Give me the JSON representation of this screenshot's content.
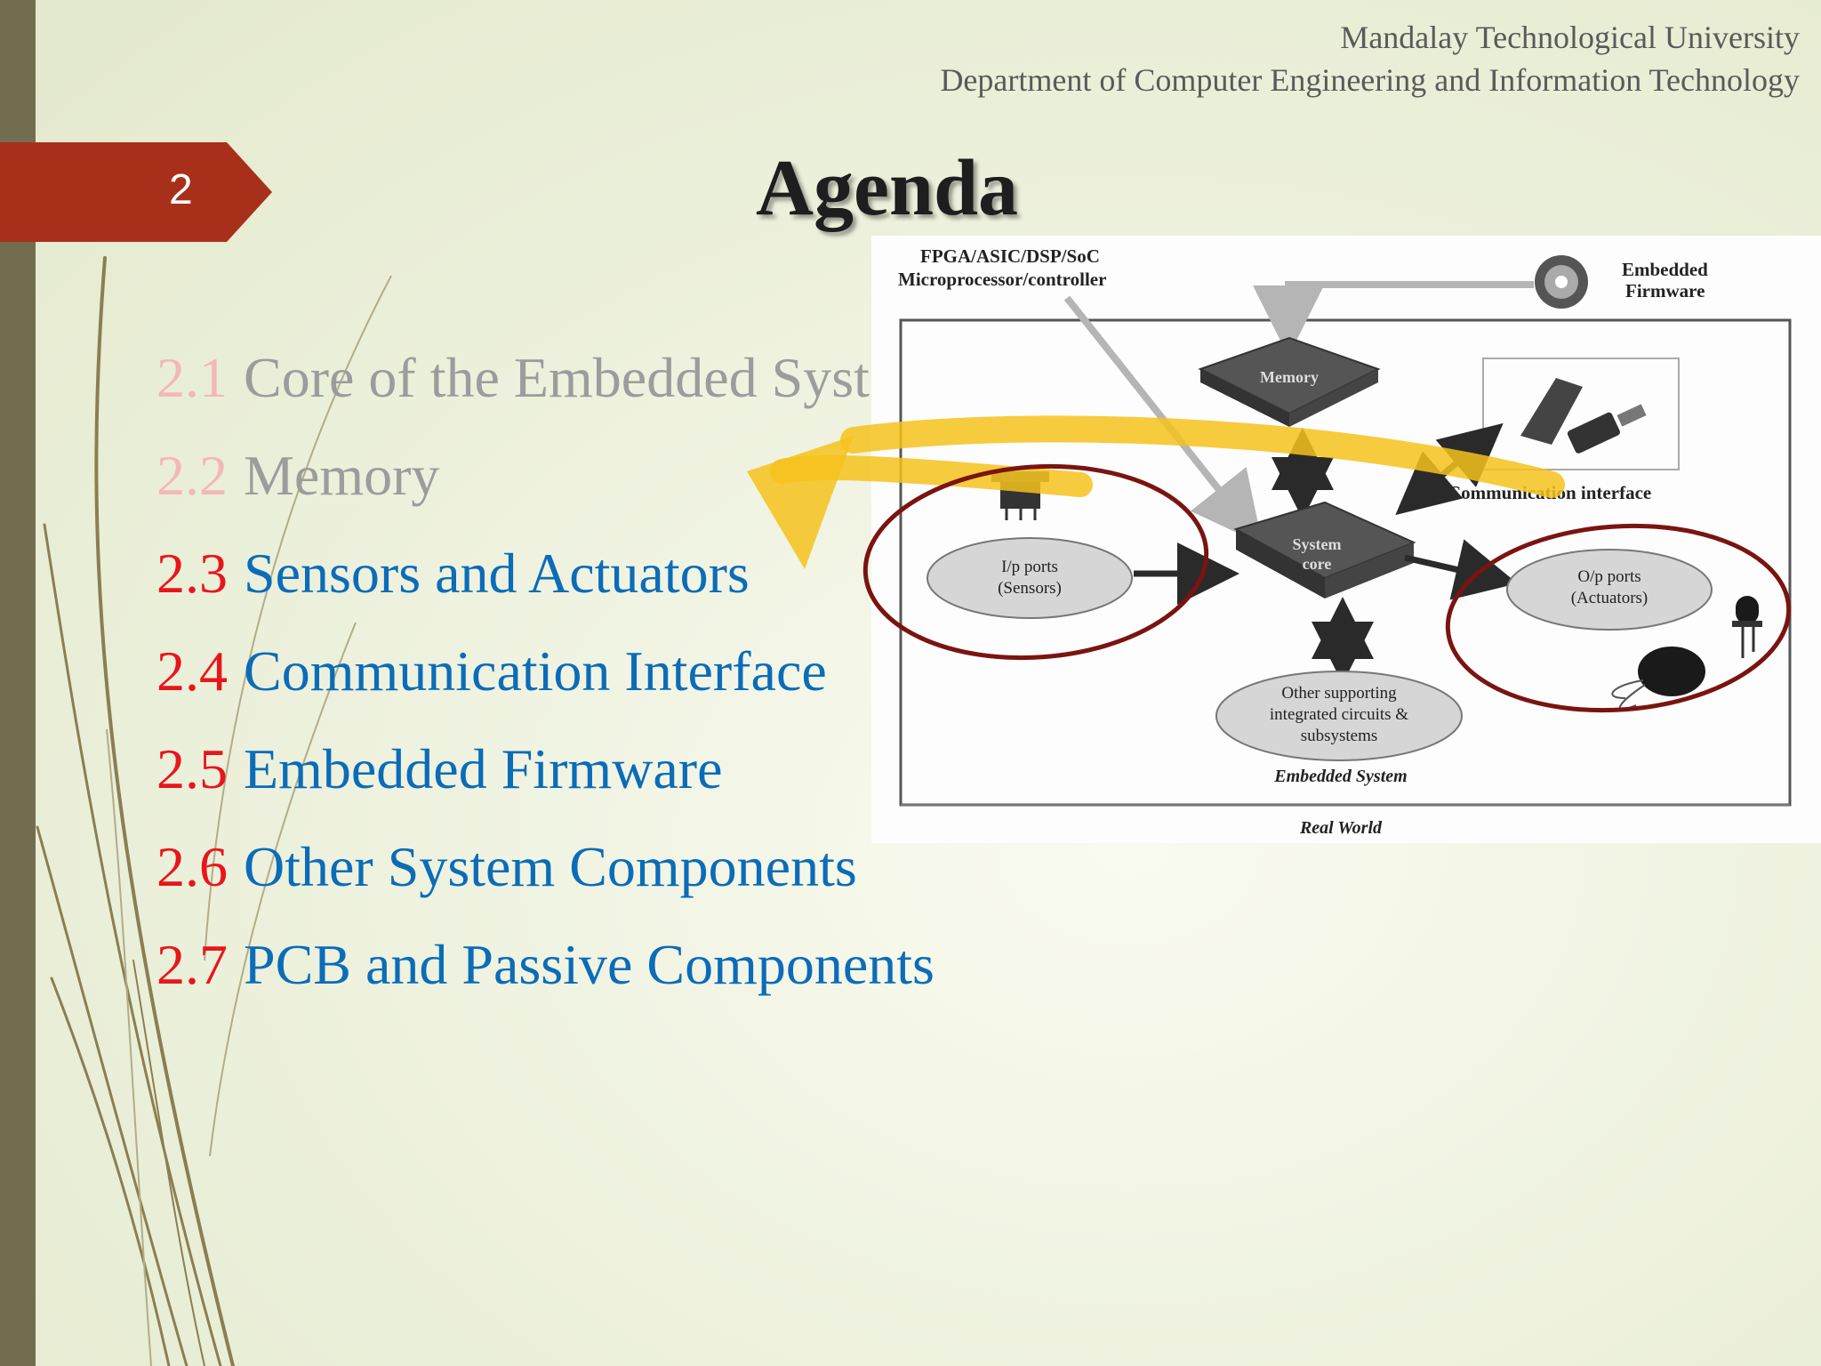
{
  "header": {
    "university": "Mandalay Technological University",
    "department": "Department of Computer Engineering and Information Technology"
  },
  "slide_number": "2",
  "title": "Agenda",
  "agenda_items": [
    {
      "number": "2.1",
      "label": "Core of the Embedded System",
      "state": "faded"
    },
    {
      "number": "2.2",
      "label": "Memory",
      "state": "faded"
    },
    {
      "number": "2.3",
      "label": "Sensors and Actuators",
      "state": "active"
    },
    {
      "number": "2.4",
      "label": "Communication Interface",
      "state": "active"
    },
    {
      "number": "2.5",
      "label": "Embedded Firmware",
      "state": "active"
    },
    {
      "number": "2.6",
      "label": "Other System Components",
      "state": "active"
    },
    {
      "number": "2.7",
      "label": "PCB and Passive Components",
      "state": "active"
    }
  ],
  "diagram": {
    "processor_label_1": "FPGA/ASIC/DSP/SoC",
    "processor_label_2": "Microprocessor/controller",
    "firmware_label_1": "Embedded",
    "firmware_label_2": "Firmware",
    "memory_label": "Memory",
    "comm_label": "Communication interface",
    "system_core_1": "System",
    "system_core_2": "core",
    "input_ports_1": "I/p ports",
    "input_ports_2": "(Sensors)",
    "output_ports_1": "O/p ports",
    "output_ports_2": "(Actuators)",
    "other_1": "Other supporting",
    "other_2": "integrated circuits &",
    "other_3": "subsystems",
    "embedded_system_label": "Embedded System",
    "real_world_label": "Real World"
  },
  "colors": {
    "left_bar": "#736d4f",
    "slide_number_bg": "#a8301a",
    "active_number": "#e8161b",
    "active_label": "#0b6cb8",
    "faded_label": "#9c9c9c",
    "highlight_circle": "#7a1410",
    "highlight_arrow": "#f6c21c"
  }
}
